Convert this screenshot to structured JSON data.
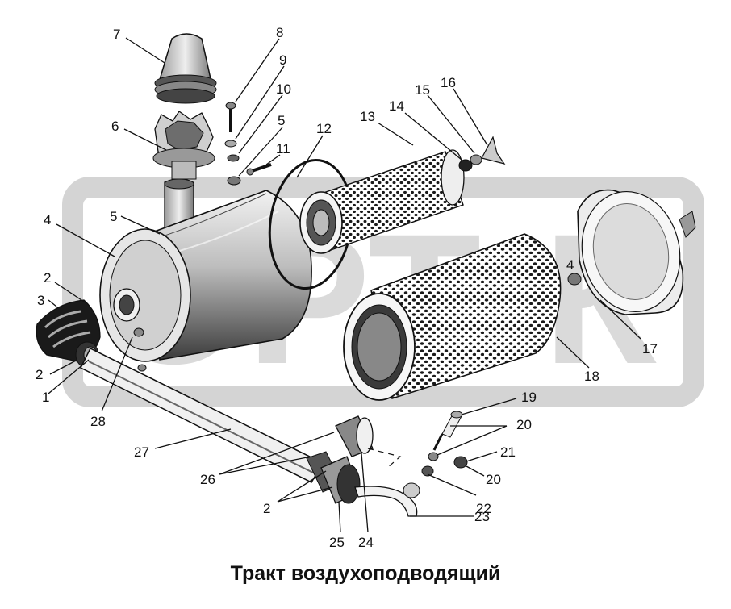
{
  "caption": "Тракт воздухоподводящий",
  "watermark": {
    "text": "ОРТ-К",
    "color": "#d4d4d4"
  },
  "colors": {
    "ink": "#111111",
    "mesh": "#2a2a2a",
    "paper": "#ffffff"
  },
  "callouts": [
    {
      "id": "n1",
      "text": "1"
    },
    {
      "id": "n2a",
      "text": "2"
    },
    {
      "id": "n2b",
      "text": "2"
    },
    {
      "id": "n2c",
      "text": "2"
    },
    {
      "id": "n3",
      "text": "3"
    },
    {
      "id": "n4",
      "text": "4"
    },
    {
      "id": "n4b",
      "text": "4"
    },
    {
      "id": "n5a",
      "text": "5"
    },
    {
      "id": "n5b",
      "text": "5"
    },
    {
      "id": "n6",
      "text": "6"
    },
    {
      "id": "n7",
      "text": "7"
    },
    {
      "id": "n8",
      "text": "8"
    },
    {
      "id": "n9",
      "text": "9"
    },
    {
      "id": "n10",
      "text": "10"
    },
    {
      "id": "n11",
      "text": "11"
    },
    {
      "id": "n12",
      "text": "12"
    },
    {
      "id": "n13",
      "text": "13"
    },
    {
      "id": "n14",
      "text": "14"
    },
    {
      "id": "n15",
      "text": "15"
    },
    {
      "id": "n16",
      "text": "16"
    },
    {
      "id": "n17",
      "text": "17"
    },
    {
      "id": "n18",
      "text": "18"
    },
    {
      "id": "n19",
      "text": "19"
    },
    {
      "id": "n20a",
      "text": "20"
    },
    {
      "id": "n20b",
      "text": "20"
    },
    {
      "id": "n21",
      "text": "21"
    },
    {
      "id": "n22",
      "text": "22"
    },
    {
      "id": "n23",
      "text": "23"
    },
    {
      "id": "n24",
      "text": "24"
    },
    {
      "id": "n25",
      "text": "25"
    },
    {
      "id": "n26",
      "text": "26"
    },
    {
      "id": "n27",
      "text": "27"
    },
    {
      "id": "n28",
      "text": "28"
    }
  ]
}
